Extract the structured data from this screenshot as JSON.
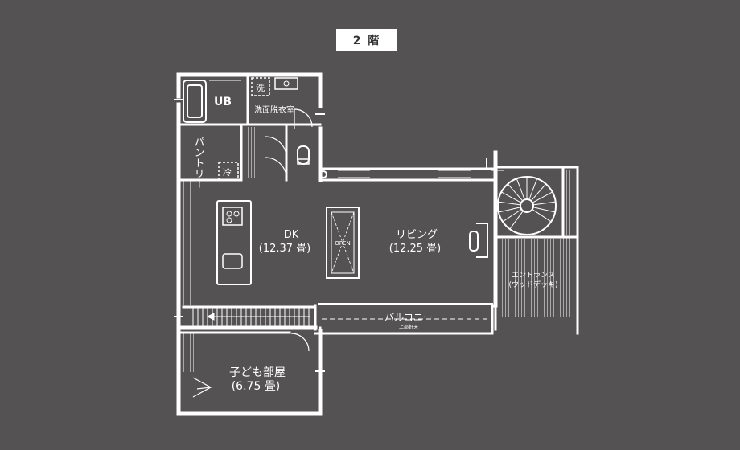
{
  "floor_label": "2 階",
  "rooms": {
    "ub": "UB",
    "washroom": "洗面脱衣室",
    "washer_mark": "洗",
    "fridge_mark": "冷",
    "pantry": "パントリー",
    "dk_name": "DK",
    "dk_area": "(12.37 畳)",
    "living_name": "リビング",
    "living_area": "(12.25 畳)",
    "open_mark": "OPEN",
    "entrance_name": "エントランス",
    "entrance_sub": "(ウッドデッキ)",
    "balcony_name": "バルコニー",
    "balcony_sub": "上部軒天",
    "kids_name": "子ども部屋",
    "kids_area": "(6.75 畳)"
  },
  "colors": {
    "background": "#545253",
    "line": "#ffffff",
    "badge_text": "#333333"
  }
}
